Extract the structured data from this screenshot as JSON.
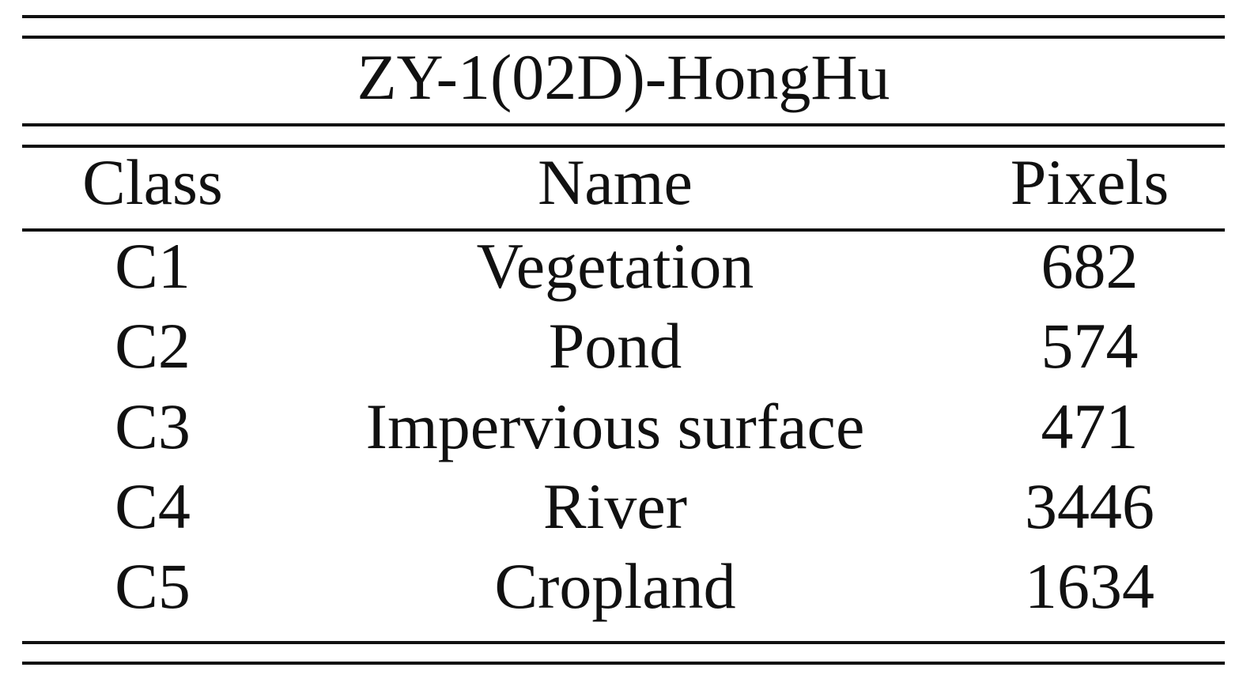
{
  "table": {
    "title": "ZY-1(02D)-HongHu",
    "headers": {
      "class": "Class",
      "name": "Name",
      "pixels": "Pixels"
    },
    "rows": [
      {
        "class": "C1",
        "name": "Vegetation",
        "pixels": "682"
      },
      {
        "class": "C2",
        "name": "Pond",
        "pixels": "574"
      },
      {
        "class": "C3",
        "name": "Impervious surface",
        "pixels": "471"
      },
      {
        "class": "C4",
        "name": "River",
        "pixels": "3446"
      },
      {
        "class": "C5",
        "name": "Cropland",
        "pixels": "1634"
      }
    ]
  }
}
